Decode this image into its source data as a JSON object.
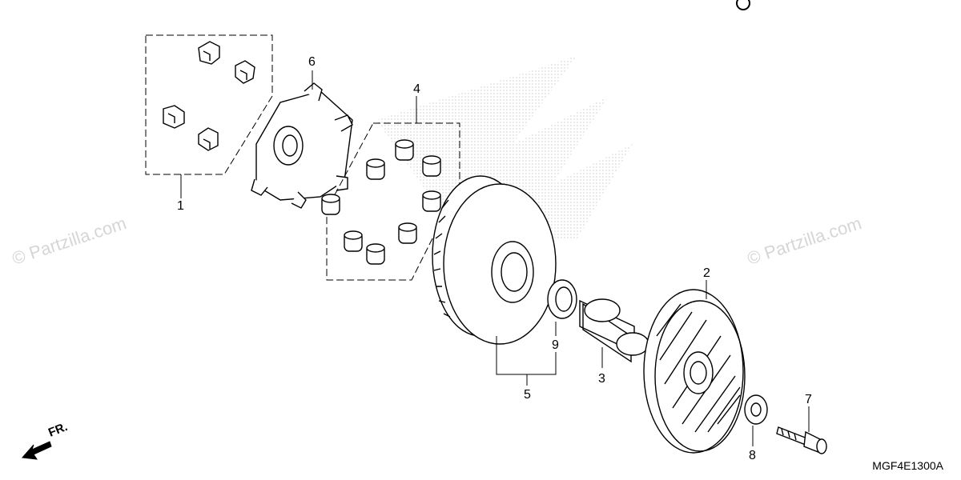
{
  "diagram": {
    "diagram_code": "MGF4E1300A",
    "front_marker": "FR.",
    "watermark": "© Partzilla.com",
    "callouts": [
      {
        "id": "c1",
        "label": "1"
      },
      {
        "id": "c2",
        "label": "2"
      },
      {
        "id": "c3",
        "label": "3"
      },
      {
        "id": "c4",
        "label": "4"
      },
      {
        "id": "c5",
        "label": "5"
      },
      {
        "id": "c6",
        "label": "6"
      },
      {
        "id": "c7",
        "label": "7"
      },
      {
        "id": "c8",
        "label": "8"
      },
      {
        "id": "c9",
        "label": "9"
      }
    ]
  }
}
